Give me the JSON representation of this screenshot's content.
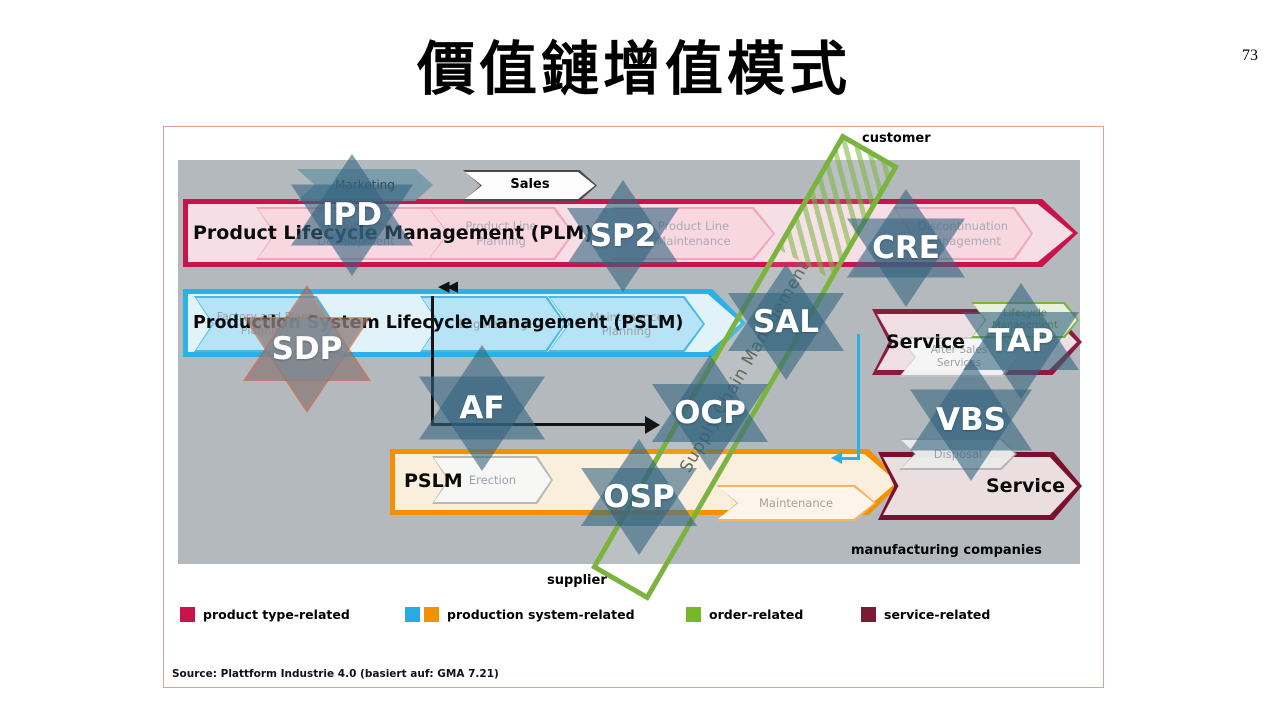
{
  "slide": {
    "title": "價值鏈增值模式",
    "page_number": "73"
  },
  "diagram": {
    "context_labels": {
      "customer": "customer",
      "supplier": "supplier",
      "manufacturing_companies": "manufacturing companies"
    },
    "bands": {
      "plm_label": "Product Lifecycle Management (PLM)",
      "pslm_label": "Production System Lifecycle Management (PSLM)",
      "pslm_instance_label": "PSLM",
      "service_upper_label": "Service",
      "service_lower_label": "Service",
      "supply_chain_label": "Supply Chain Management"
    },
    "chevrons": {
      "marketing": "Marketing",
      "sales": "Sales",
      "product_line_development": "Product Line Development",
      "product_line_planning": "Product Line Planning",
      "product_line_maintenance": "Product Line Maintenance",
      "discontinuation_management": "Discontinuation Management",
      "factory_and_plant_planning": "Factory and Plant Planning",
      "engineering": "Engineering",
      "maintenance_planning": "Maintenance Planning",
      "erection": "Erection",
      "maintenance": "Maintenance",
      "after_sales_services": "After Sales Services",
      "disposal": "Disposal",
      "lifecycle_management": "Lifecycle Management"
    },
    "stars": {
      "ipd": "IPD",
      "sp2": "SP2",
      "sdp": "SDP",
      "af": "AF",
      "sal": "SAL",
      "ocp": "OCP",
      "cre": "CRE",
      "tap": "TAP",
      "vbs": "VBS",
      "osp": "OSP"
    },
    "icons": {
      "double_arrow_left": "◀◀"
    },
    "legend": {
      "product_type": "product type-related",
      "production_system": "production system-related",
      "order": "order-related",
      "service": "service-related"
    },
    "colors": {
      "product_type_red": "#c9134b",
      "production_system_blue": "#29abe2",
      "production_system_orange": "#f39200",
      "order_green": "#76b82a",
      "service_dark_red": "#7a1b35",
      "star_blue": "#33647f",
      "panel_gray": "#b4b9bd"
    },
    "source": "Source: Plattform Industrie 4.0 (basiert auf: GMA 7.21)"
  }
}
